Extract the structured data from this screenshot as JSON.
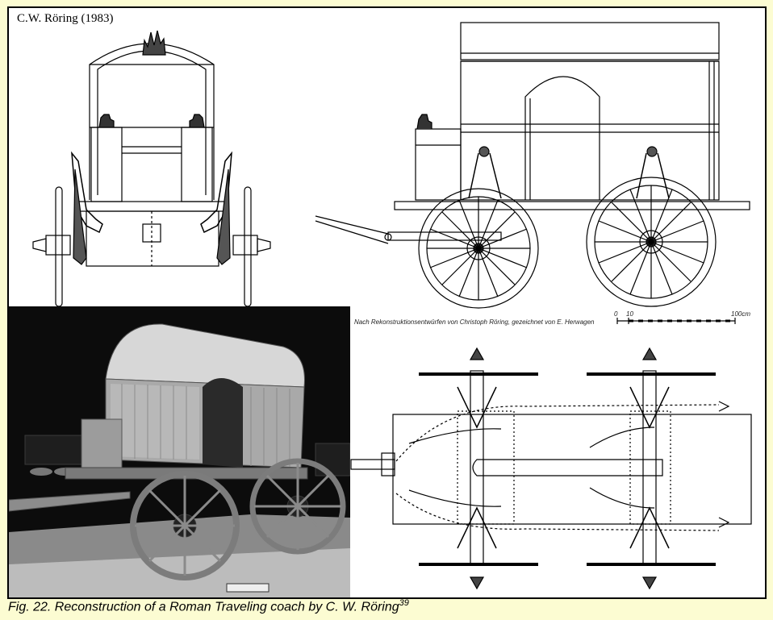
{
  "figure": {
    "author_label": "C.W. Röring (1983)",
    "drawing_credit": "Nach Rekonstruktionsentwürfen von Christoph Röring, gezeichnet von E. Herwagen",
    "scale": {
      "start": "0",
      "mid": "10",
      "end": "100cm"
    },
    "caption": "Fig. 22. Reconstruction of a Roman Traveling coach by C. W. Röring",
    "caption_footnote": "39"
  },
  "colors": {
    "page_background": "#fcfcd2",
    "ink": "#000000",
    "photo_background": "#0c0c0c"
  },
  "panels": [
    "front-elevation-drawing",
    "side-elevation-drawing",
    "plan-view-drawing",
    "museum-photograph"
  ]
}
